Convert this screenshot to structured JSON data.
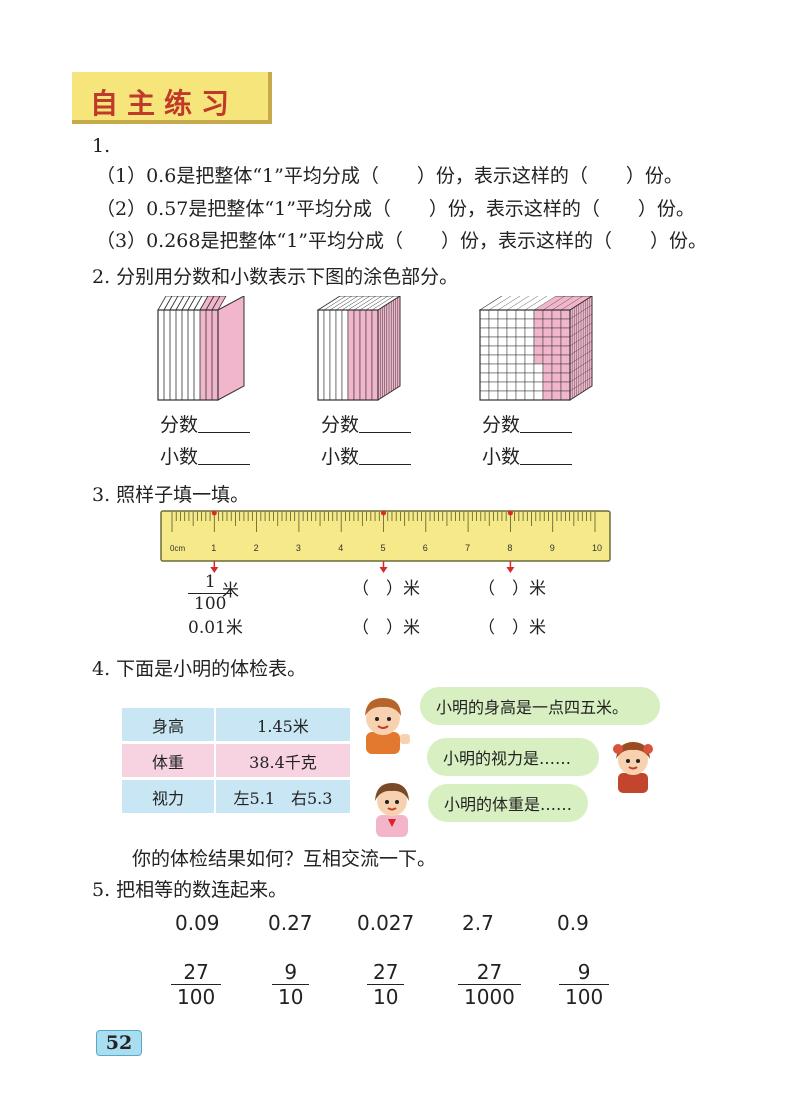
{
  "header": {
    "title": "自主练习"
  },
  "q1": {
    "number": "1.",
    "items": [
      {
        "idx": "（1）",
        "value": "0.6",
        "text_a": "是把整体“1”平均分成（　　）份，表示这样的（　　）份。"
      },
      {
        "idx": "（2）",
        "value": "0.57",
        "text_a": "是把整体“1”平均分成（　　）份，表示这样的（　　）份。"
      },
      {
        "idx": "（3）",
        "value": "0.268",
        "text_a": "是把整体“1”平均分成（　　）份，表示这样的（　　）份。"
      }
    ]
  },
  "q2": {
    "prompt": "2. 分别用分数和小数表示下图的涂色部分。",
    "label_fraction": "分数",
    "label_decimal": "小数",
    "cubes": [
      {
        "type": "tenths",
        "shaded_tenths": 3
      },
      {
        "type": "hundredths",
        "shaded_tenths": 5
      },
      {
        "type": "thousandths",
        "shaded_fraction": 0.4
      }
    ],
    "shade_color": "#f2b6cc"
  },
  "q3": {
    "prompt": "3. 照样子填一填。",
    "ruler": {
      "unit_label": "0cm",
      "ticks": [
        "1",
        "2",
        "3",
        "4",
        "5",
        "6",
        "7",
        "8",
        "9",
        "10"
      ],
      "marks": [
        1,
        5,
        8
      ],
      "color": "#f5e98a"
    },
    "example_fraction": {
      "num": "1",
      "den": "100"
    },
    "unit": "米",
    "example_decimal": "0.01",
    "blank": "（　）"
  },
  "q4": {
    "prompt": "4. 下面是小明的体检表。",
    "rows": [
      {
        "label": "身高",
        "value": "1.45米"
      },
      {
        "label": "体重",
        "value": "38.4千克"
      },
      {
        "label": "视力",
        "value": "左5.1　右5.3"
      }
    ],
    "row_colors": [
      "#c9e6f4",
      "#f7d3e1",
      "#c9e6f4"
    ],
    "bubbles": [
      "小明的身高是一点四五米。",
      "小明的视力是……",
      "小明的体重是……"
    ],
    "discuss": "你的体检结果如何？互相交流一下。"
  },
  "q5": {
    "prompt": "5. 把相等的数连起来。",
    "decimals": [
      "0.09",
      "0.27",
      "0.027",
      "2.7",
      "0.9"
    ],
    "fractions": [
      {
        "num": "27",
        "den": "100"
      },
      {
        "num": "9",
        "den": "10"
      },
      {
        "num": "27",
        "den": "10"
      },
      {
        "num": "27",
        "den": "1000"
      },
      {
        "num": "9",
        "den": "100"
      }
    ]
  },
  "page_number": "52"
}
